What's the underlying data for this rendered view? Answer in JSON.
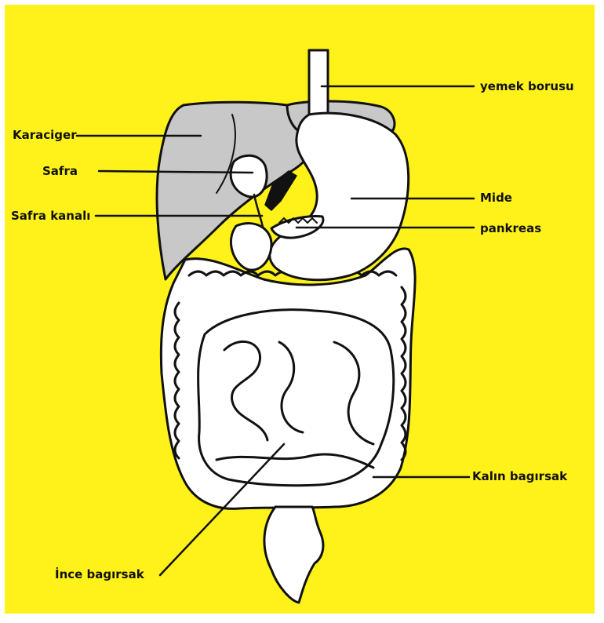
{
  "colors": {
    "background": "#FFF21A",
    "organ_fill": "#FFFFFF",
    "liver_fill": "#C8C8C8",
    "outline": "#111111"
  },
  "labels": {
    "esophagus": "yemek borusu",
    "liver": "Karaciger",
    "gallbladder": "Safra",
    "bile_duct": "Safra kanalı",
    "stomach": "Mide",
    "pancreas": "pankreas",
    "large_intestine": "Kalın bagırsak",
    "small_intestine": "İnce bagırsak"
  }
}
